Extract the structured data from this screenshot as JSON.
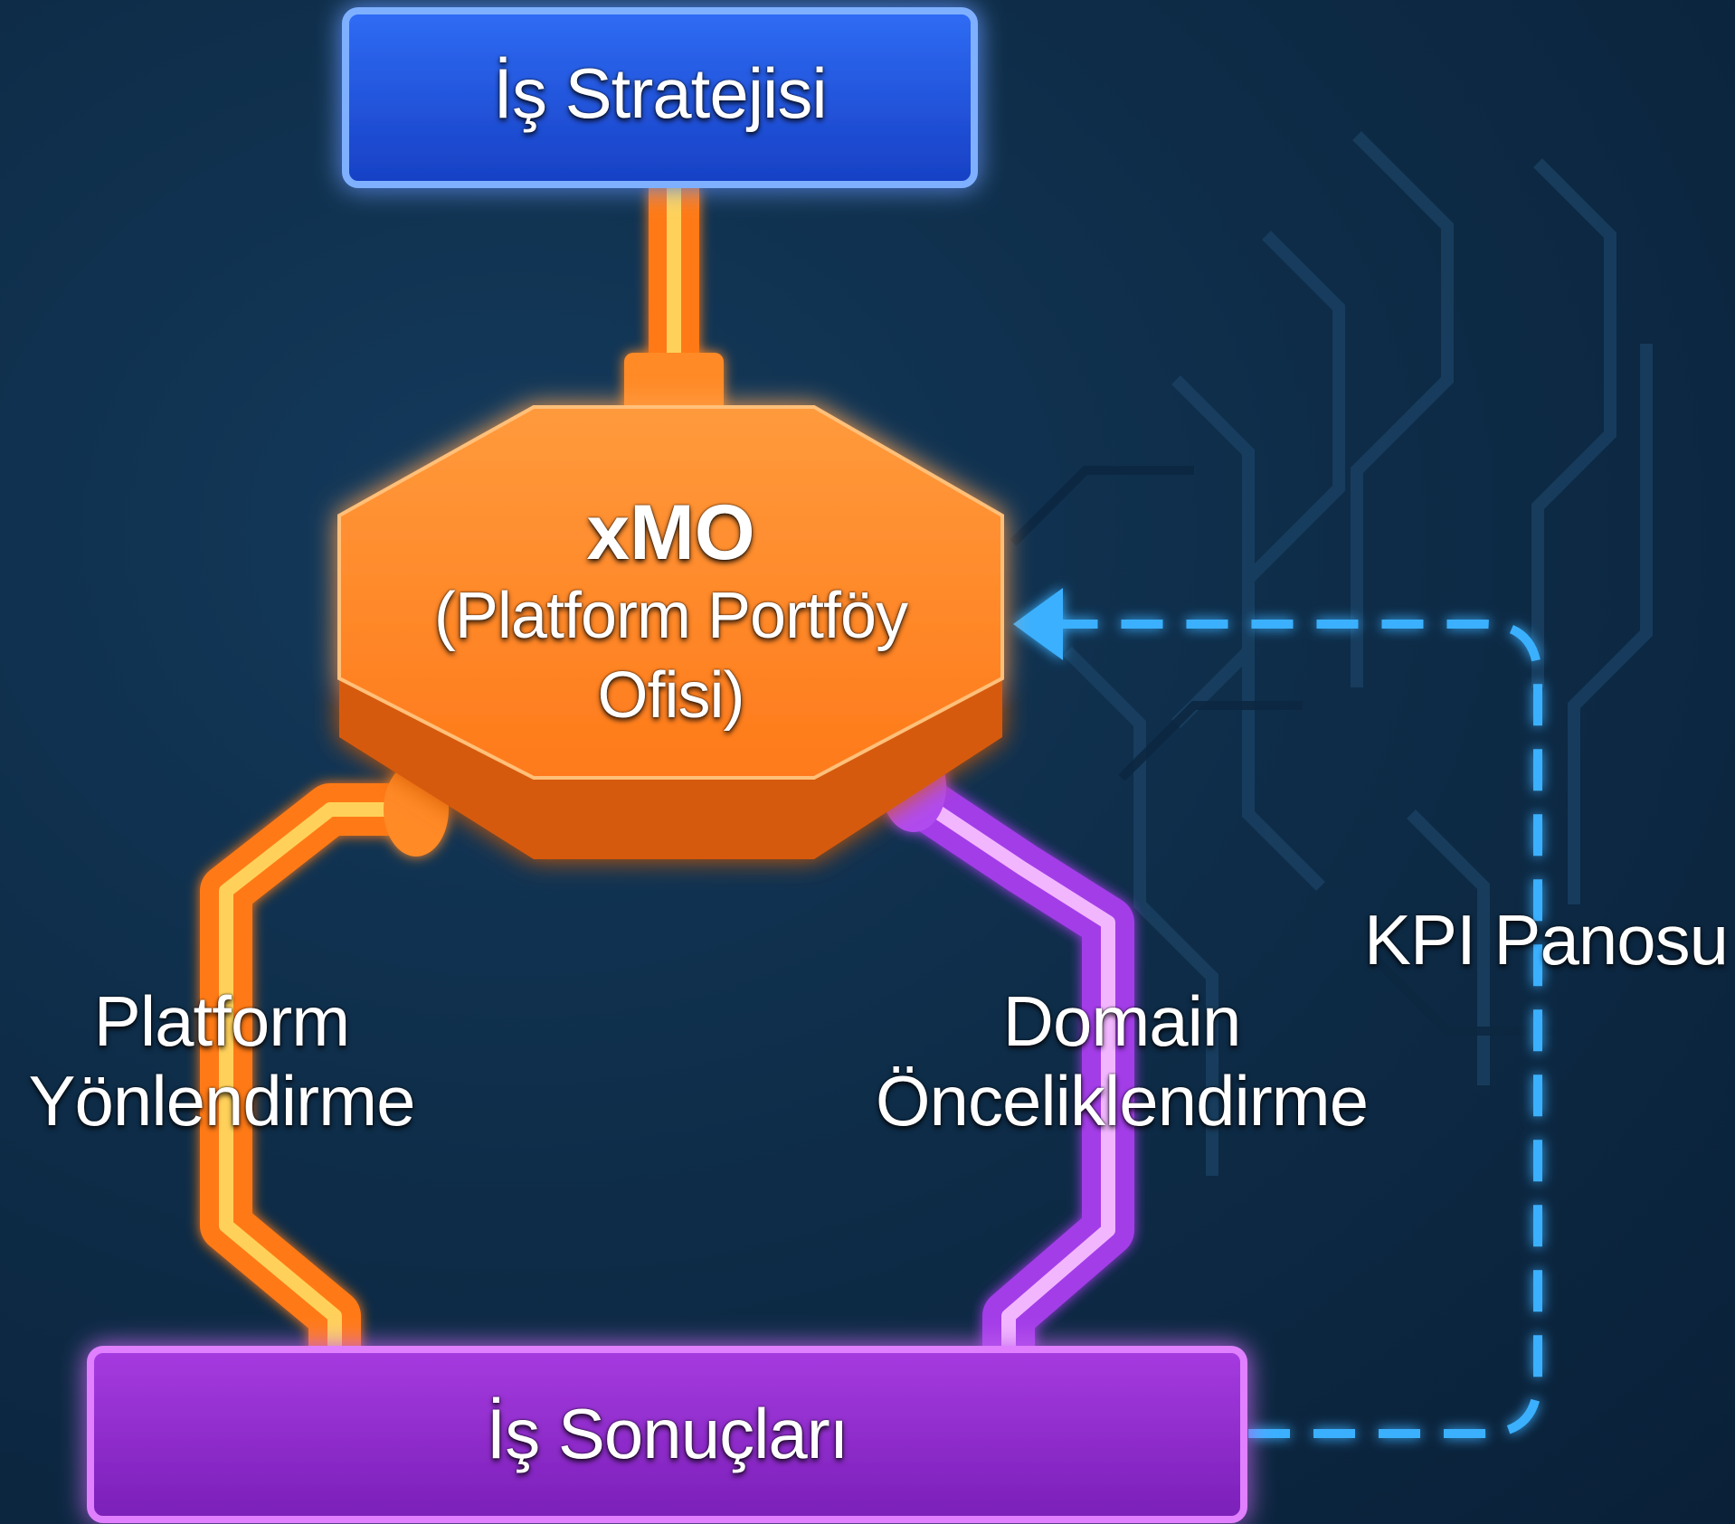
{
  "diagram": {
    "top_box": {
      "label": "İş Stratejisi"
    },
    "center_node": {
      "title": "xMO",
      "subtitle_line1": "(Platform Portföy",
      "subtitle_line2": "Ofisi)"
    },
    "bottom_box": {
      "label": "İş Sonuçları"
    },
    "left_edge": {
      "line1": "Platform",
      "line2": "Yönlendirme"
    },
    "right_edge": {
      "line1": "Domain",
      "line2": "Önceliklendirme"
    },
    "feedback_edge": {
      "label": "KPI Panosu"
    }
  },
  "colors": {
    "background": "#0e2d49",
    "top_box": "#1f55e0",
    "center_node": "#ff7a1a",
    "bottom_box": "#9a2bd4",
    "orange_pipe": "#ff8a1c",
    "purple_pipe": "#b04cf0",
    "feedback_arrow": "#2ea3f2"
  }
}
